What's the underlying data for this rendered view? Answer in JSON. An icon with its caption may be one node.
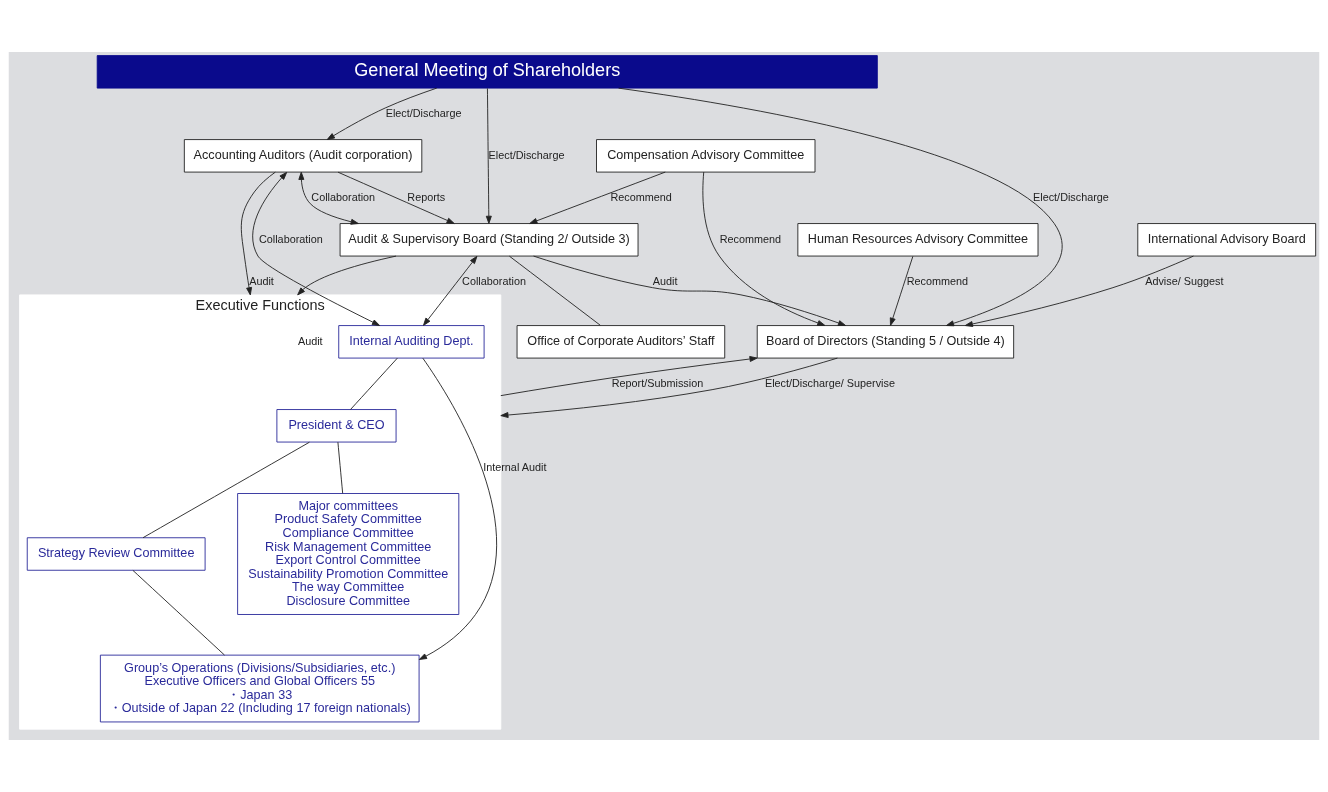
{
  "diagram": {
    "nodes": [
      {
        "text": [
          "General Meeting of Shareholders"
        ]
      },
      {
        "text": [
          "Accounting Auditors (Audit corporation)"
        ]
      },
      {
        "text": [
          "Audit & Supervisory Board (Standing 2/ Outside 3)"
        ]
      },
      {
        "text": [
          "Board of Directors (Standing 5 / Outside 4)"
        ]
      },
      {
        "text": [
          "Human Resources Advisory Committee"
        ]
      },
      {
        "text": [
          "Compensation Advisory Committee"
        ]
      },
      {
        "text": [
          "Office of Corporate Auditors’ Staff"
        ]
      },
      {
        "text": [
          "International Advisory Board"
        ]
      },
      {
        "text": [
          "Executive Functions"
        ]
      },
      {
        "text": [
          "President & CEO"
        ],
        "in": 8
      },
      {
        "text": [
          "Internal Auditing Dept."
        ],
        "in": 8
      },
      {
        "text": [
          "Strategy Review Committee"
        ],
        "in": 8
      },
      {
        "text": [
          "Major committees",
          "Product Safety Committee",
          "Compliance Committee",
          "Risk Management Committee",
          "Export Control Committee",
          "Sustainability Promotion Committee",
          "The way Committee",
          "Disclosure Committee"
        ],
        "in": 8
      },
      {
        "text": [
          "Group’s Operations (Divisions/Subsidiaries, etc.)",
          "Executive Officers and Global Officers 55",
          "・Japan 33",
          "・Outside of Japan 22 (Including 17 foreign nationals)"
        ],
        "in": 8
      }
    ],
    "edges": [
      {
        "from": 0,
        "to": 1,
        "arrow": "to",
        "label": "Elect/Discharge"
      },
      {
        "from": 0,
        "to": 2,
        "arrow": "to",
        "label": "Elect/Discharge"
      },
      {
        "from": 0,
        "to": 3,
        "arrow": "to",
        "label": "Elect/Discharge"
      },
      {
        "from": 5,
        "to": 2,
        "arrow": "to",
        "label": "Recommend"
      },
      {
        "from": 1,
        "to": 2,
        "arrow": "to",
        "label": "Reports"
      },
      {
        "from": 1,
        "to": 2,
        "arrow": "both",
        "label": "Collaboration"
      },
      {
        "from": 2,
        "to": 3,
        "arrow": "to",
        "label": "Audit"
      },
      {
        "from": 4,
        "to": 3,
        "arrow": "to",
        "label": "Recommend"
      },
      {
        "from": 5,
        "to": 3,
        "arrow": "to",
        "label": "Recommend"
      },
      {
        "from": 7,
        "to": 3,
        "arrow": "to",
        "label": "Advise/ Suggest"
      },
      {
        "from": 2,
        "to": 6,
        "arrow": "none"
      },
      {
        "from": 1,
        "to": 8,
        "arrow": "to",
        "label": "Audit"
      },
      {
        "from": 2,
        "to": 8,
        "arrow": "to",
        "label": "Audit"
      },
      {
        "from": 1,
        "to": 10,
        "arrow": "both",
        "label": "Collaboration"
      },
      {
        "from": 2,
        "to": 10,
        "arrow": "both",
        "label": "Collaboration"
      },
      {
        "from": 3,
        "to": 8,
        "arrow": "to",
        "label": "Elect/Discharge/ Supervise"
      },
      {
        "from": 8,
        "to": 3,
        "arrow": "to",
        "label": "Report/Submission"
      },
      {
        "from": 10,
        "to": 9,
        "arrow": "none"
      },
      {
        "from": 9,
        "to": 11,
        "arrow": "none"
      },
      {
        "from": 9,
        "to": 12,
        "arrow": "none"
      },
      {
        "from": 11,
        "to": 13,
        "arrow": "none"
      },
      {
        "from": 10,
        "to": 13,
        "arrow": "to",
        "label": "Internal Audit"
      }
    ]
  }
}
